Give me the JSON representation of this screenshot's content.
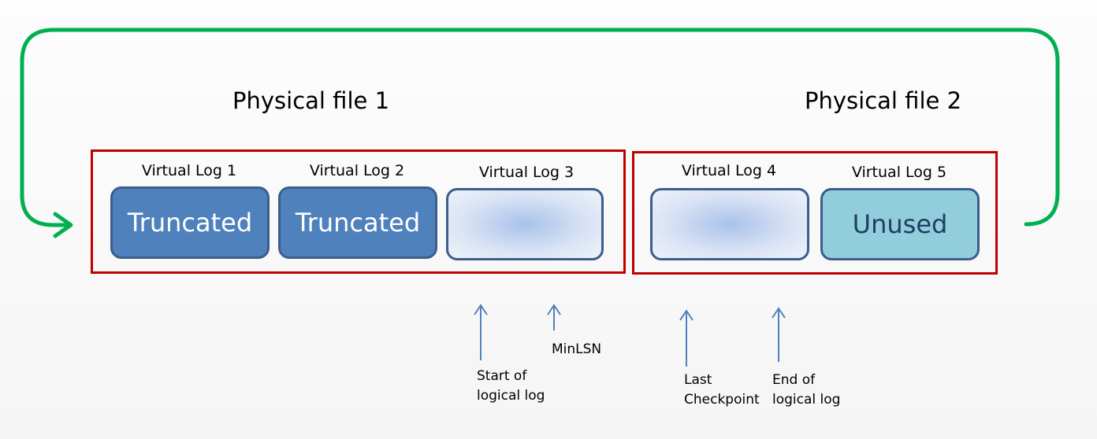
{
  "files": [
    {
      "title": "Physical file 1"
    },
    {
      "title": "Physical file 2"
    }
  ],
  "virtual_logs": [
    {
      "label": "Virtual Log 1",
      "status": "Truncated"
    },
    {
      "label": "Virtual Log 2",
      "status": "Truncated"
    },
    {
      "label": "Virtual Log 3",
      "status": ""
    },
    {
      "label": "Virtual Log 4",
      "status": ""
    },
    {
      "label": "Virtual Log 5",
      "status": "Unused"
    }
  ],
  "markers": [
    {
      "line1": "Start of",
      "line2": "logical log"
    },
    {
      "line1": "MinLSN",
      "line2": ""
    },
    {
      "line1": "Last",
      "line2": "Checkpoint"
    },
    {
      "line1": "End of",
      "line2": "logical log"
    }
  ],
  "colors": {
    "file_border": "#c00000",
    "wrap_arrow": "#00b050",
    "marker_arrow": "#4f81bd",
    "truncated_fill": "#4f81bd",
    "unused_fill": "#92cddc"
  }
}
